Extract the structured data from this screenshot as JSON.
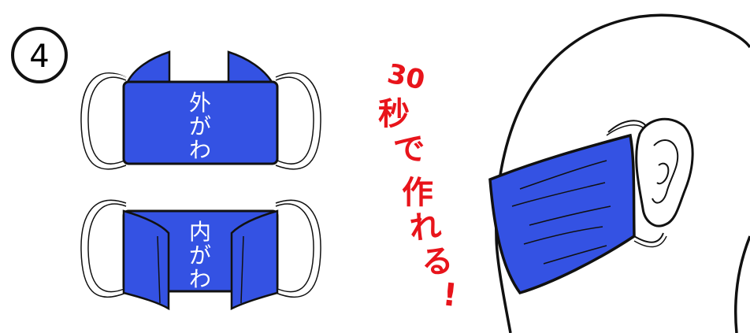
{
  "step_number": "4",
  "outer_mask": {
    "label_chars": [
      "外",
      "が",
      "わ"
    ],
    "label": "外がわ"
  },
  "inner_mask": {
    "label_chars": [
      "内",
      "が",
      "わ"
    ],
    "label": "内がわ"
  },
  "slogan": {
    "chars": [
      "30",
      "秒",
      "で",
      "作",
      "れ",
      "る",
      "!"
    ],
    "text": "30秒で作れる!"
  },
  "colors": {
    "mask_blue": "#3452e3",
    "slogan_red": "#e8141b",
    "outline": "#111111"
  }
}
